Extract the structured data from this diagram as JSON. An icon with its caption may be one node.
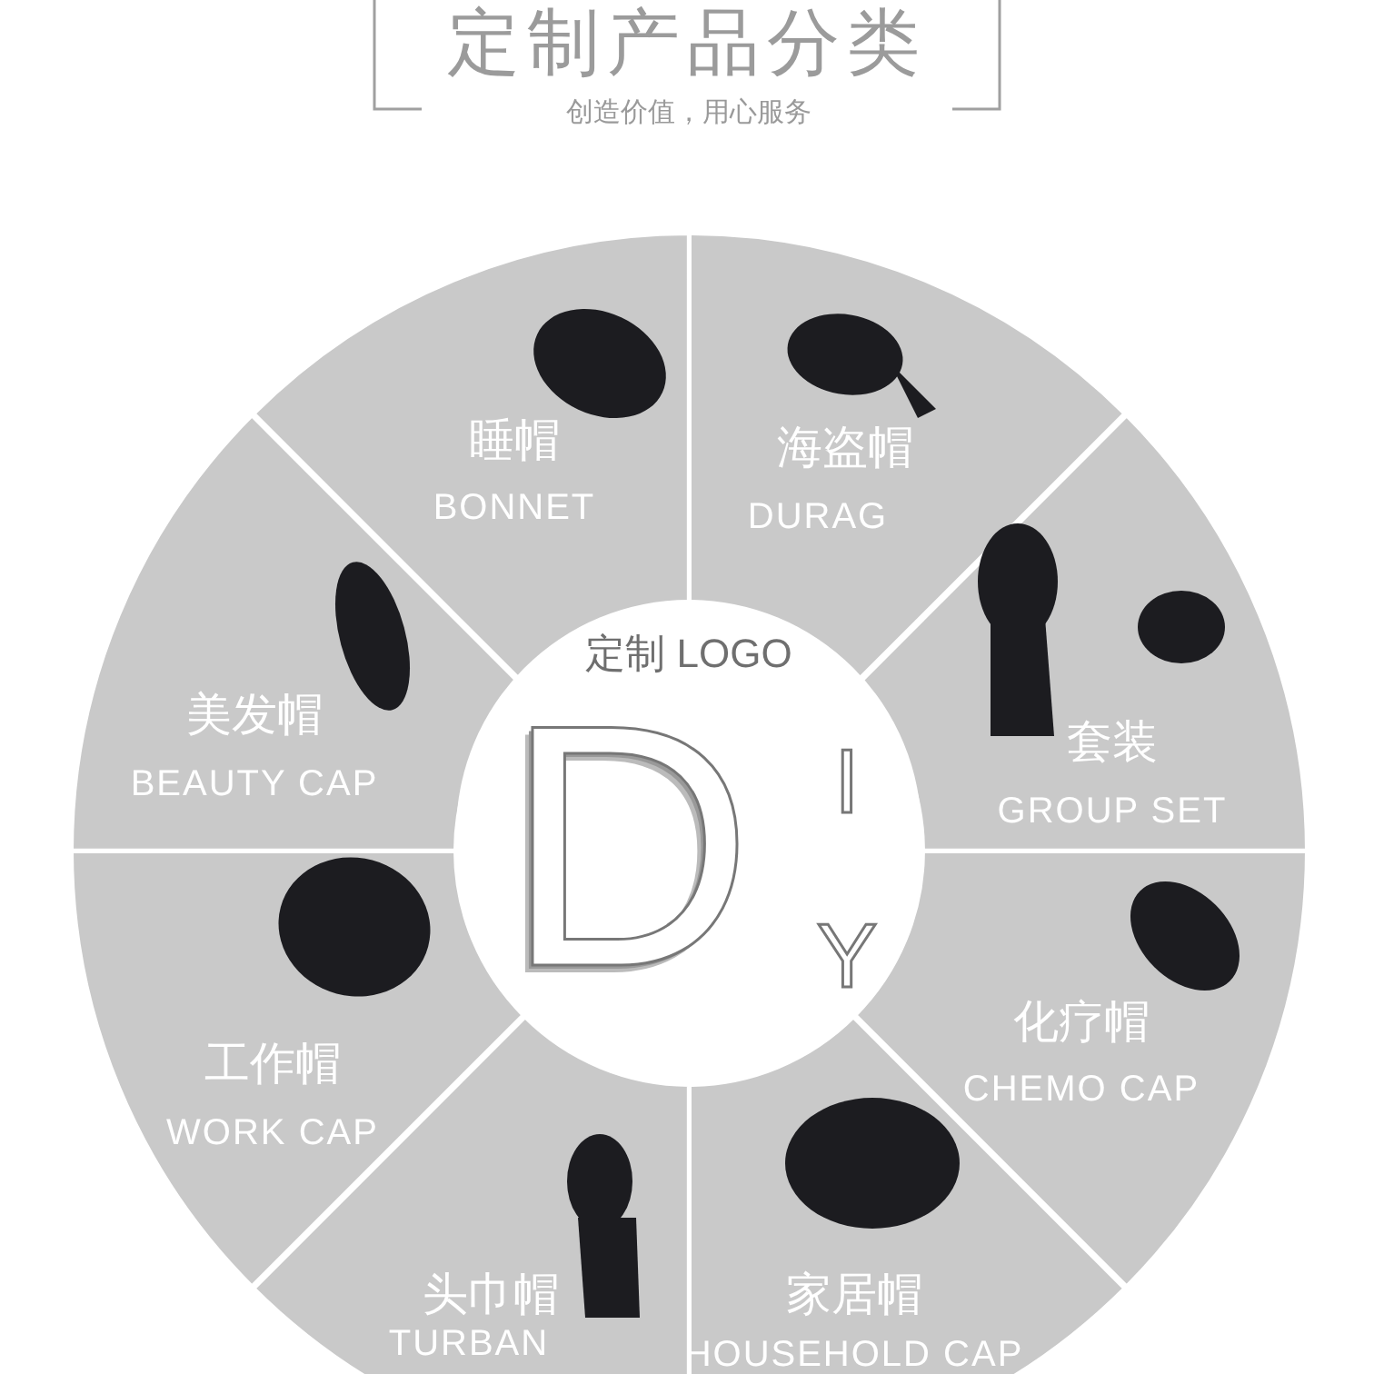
{
  "diagram": {
    "title": "定制产品分类",
    "nodes": [
      {
        "text": [
          "睡帽",
          "BONNET"
        ]
      },
      {
        "text": [
          "海盗帽",
          "DURAG"
        ]
      },
      {
        "text": [
          "套装",
          "GROUP SET"
        ]
      },
      {
        "text": [
          "化疗帽",
          "CHEMO CAP"
        ]
      },
      {
        "text": [
          "家居帽",
          "HOUSEHOLD CAP"
        ]
      },
      {
        "text": [
          "头巾帽",
          "TURBAN"
        ]
      },
      {
        "text": [
          "工作帽",
          "WORK CAP"
        ]
      },
      {
        "text": [
          "美发帽",
          "BEAUTY CAP"
        ]
      },
      {
        "text": [
          "定制 LOGO",
          "D",
          "I",
          "Y"
        ]
      }
    ],
    "labels": [
      "创造价值，用心服务"
    ]
  }
}
